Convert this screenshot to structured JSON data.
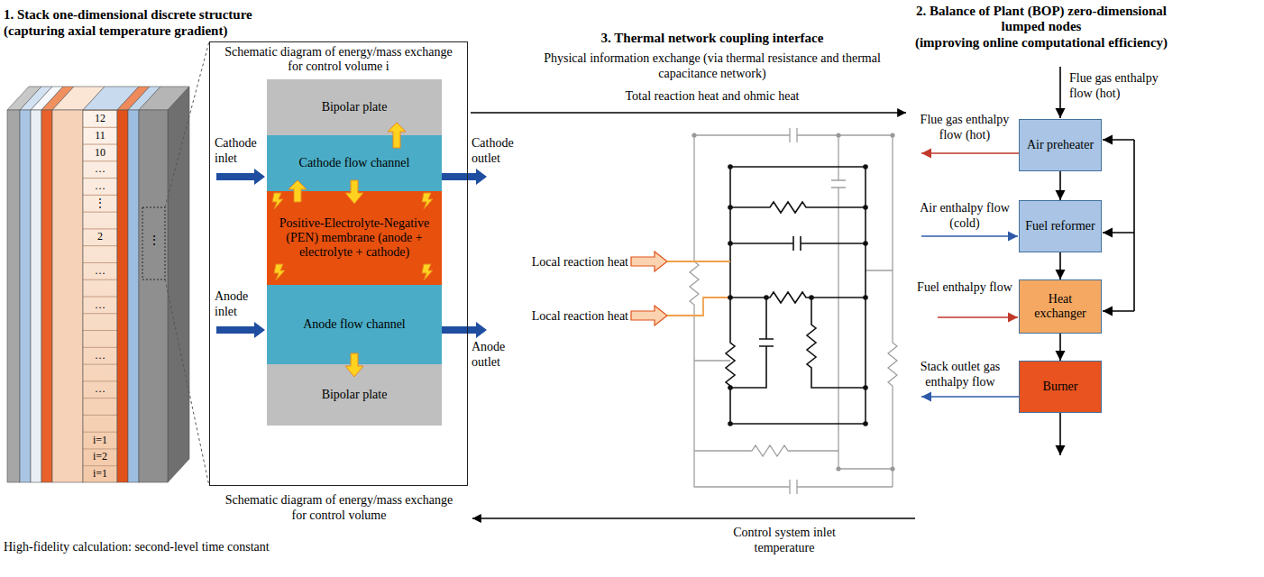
{
  "diagram": {
    "nodes": [
      {
        "text": [
          "Schematic diagram of energy/mass exchange for control volume i"
        ]
      },
      {
        "text": [
          "Bipolar plate"
        ],
        "in": 0
      },
      {
        "text": [
          "Cathode flow channel"
        ],
        "in": 0
      },
      {
        "text": [
          "Positive-Electrolyte-Negative (PEN) membrane (anode + electrolyte + cathode)"
        ],
        "in": 0
      },
      {
        "text": [
          "Anode flow channel"
        ],
        "in": 0
      },
      {
        "text": [
          "Bipolar plate"
        ],
        "in": 0
      },
      {
        "text": [
          "Air preheater"
        ]
      },
      {
        "text": [
          "Fuel reformer"
        ]
      },
      {
        "text": [
          "Heat exchanger"
        ]
      },
      {
        "text": [
          "Burner"
        ]
      }
    ],
    "edges": [
      {
        "from": 6,
        "to": 7,
        "arrow": "to"
      },
      {
        "from": 7,
        "to": 8,
        "arrow": "to"
      },
      {
        "from": 8,
        "to": 9,
        "arrow": "to"
      }
    ],
    "labels": [
      "1. Stack one-dimensional discrete structure",
      "(capturing axial temperature gradient)",
      "12",
      "11",
      "10",
      "…",
      "…",
      "2",
      "…",
      "…",
      "…",
      "…",
      "i=1",
      "i=2",
      "i=1",
      "⋮",
      "⋮",
      "Cathode inlet",
      "Cathode outlet",
      "Anode inlet",
      "Anode outlet",
      "Local reaction heat",
      "Local reaction heat",
      "Schematic diagram of energy/mass exchange for control volume",
      "High-fidelity calculation: second-level time constant",
      "3. Thermal network coupling interface",
      "Physical information exchange (via thermal resistance and thermal capacitance network)",
      "Total reaction heat and ohmic heat",
      "Control system inlet temperature",
      "2. Balance of Plant (BOP) zero-dimensional lumped nodes",
      "(improving online computational efficiency)",
      "Flue gas enthalpy flow (hot)",
      "Flue gas enthalpy flow (hot)",
      "Air enthalpy flow (cold)",
      "Fuel enthalpy flow",
      "Stack outlet gas enthalpy flow"
    ]
  }
}
